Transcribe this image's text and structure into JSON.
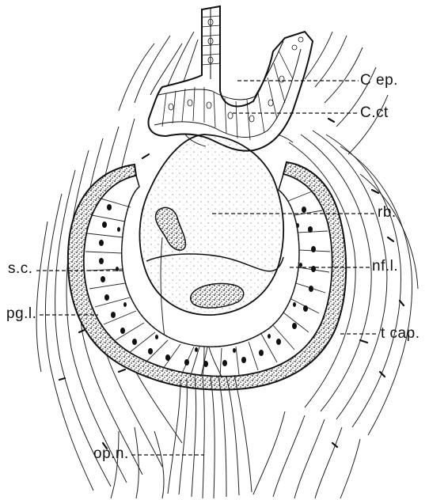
{
  "labels": {
    "c_ep": "C ep.",
    "c_ct": "C.ct",
    "rb": "rb.",
    "nf_l": "nf.l.",
    "s_c": "s.c.",
    "pg_l": "pg.l.",
    "t_cap": "t cap.",
    "op_n": "op.n."
  },
  "colors": {
    "ink": "#111111",
    "paper": "#ffffff"
  }
}
